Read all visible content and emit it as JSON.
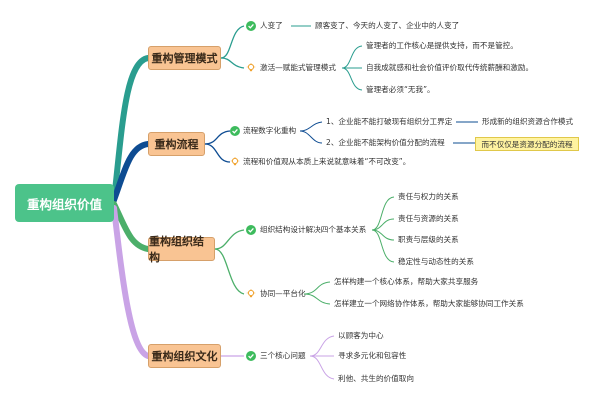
{
  "root": "重构组织价值",
  "branches": [
    {
      "label": "重构管理模式",
      "items": [
        {
          "label": "人变了",
          "details": [
            "顾客变了、今天的人变了、企业中的人变了"
          ]
        },
        {
          "label": "激活—赋能式管理模式",
          "details": [
            "管理者的工作核心是提供支持，而不是管控。",
            "自我成就感和社会价值评价取代传统薪酬和激励。",
            "管理者必须“无我”。"
          ]
        }
      ]
    },
    {
      "label": "重构流程",
      "items": [
        {
          "label": "流程数字化重构",
          "details": [
            "1、企业能不能打破现有组织分工界定",
            "2、企业能不能架构价值分配的流程"
          ],
          "extra": "形成新的组织资源合作模式",
          "highlight": "而不仅仅是资源分配的流程"
        },
        {
          "label": "流程和价值观从本质上来说就意味着“不可改变”。",
          "details": []
        }
      ]
    },
    {
      "label": "重构组织结构",
      "items": [
        {
          "label": "组织结构设计解决四个基本关系",
          "details": [
            "责任与权力的关系",
            "责任与资源的关系",
            "职责与层级的关系",
            "稳定性与动态性的关系"
          ]
        },
        {
          "label": "协同—平台化",
          "details": [
            "怎样构建一个核心体系，帮助大家共享服务",
            "怎样建立一个网络协作体系，帮助大家能够协同工作关系"
          ]
        }
      ]
    },
    {
      "label": "重构组织文化",
      "items": [
        {
          "label": "三个核心问题",
          "details": [
            "以顾客为中心",
            "寻求多元化和包容性",
            "利他、共生的价值取向"
          ]
        }
      ]
    }
  ],
  "colors": {
    "root": "#4cc38a",
    "branch_fill": "#f9c493",
    "line_teal": "#2a9d8f",
    "line_blue": "#0e4c92",
    "line_green": "#4caf6a",
    "line_purple": "#c9a3e6",
    "check": "#3dbb5d",
    "bulb": "#f0a330",
    "highlight": "#fff3a0"
  }
}
